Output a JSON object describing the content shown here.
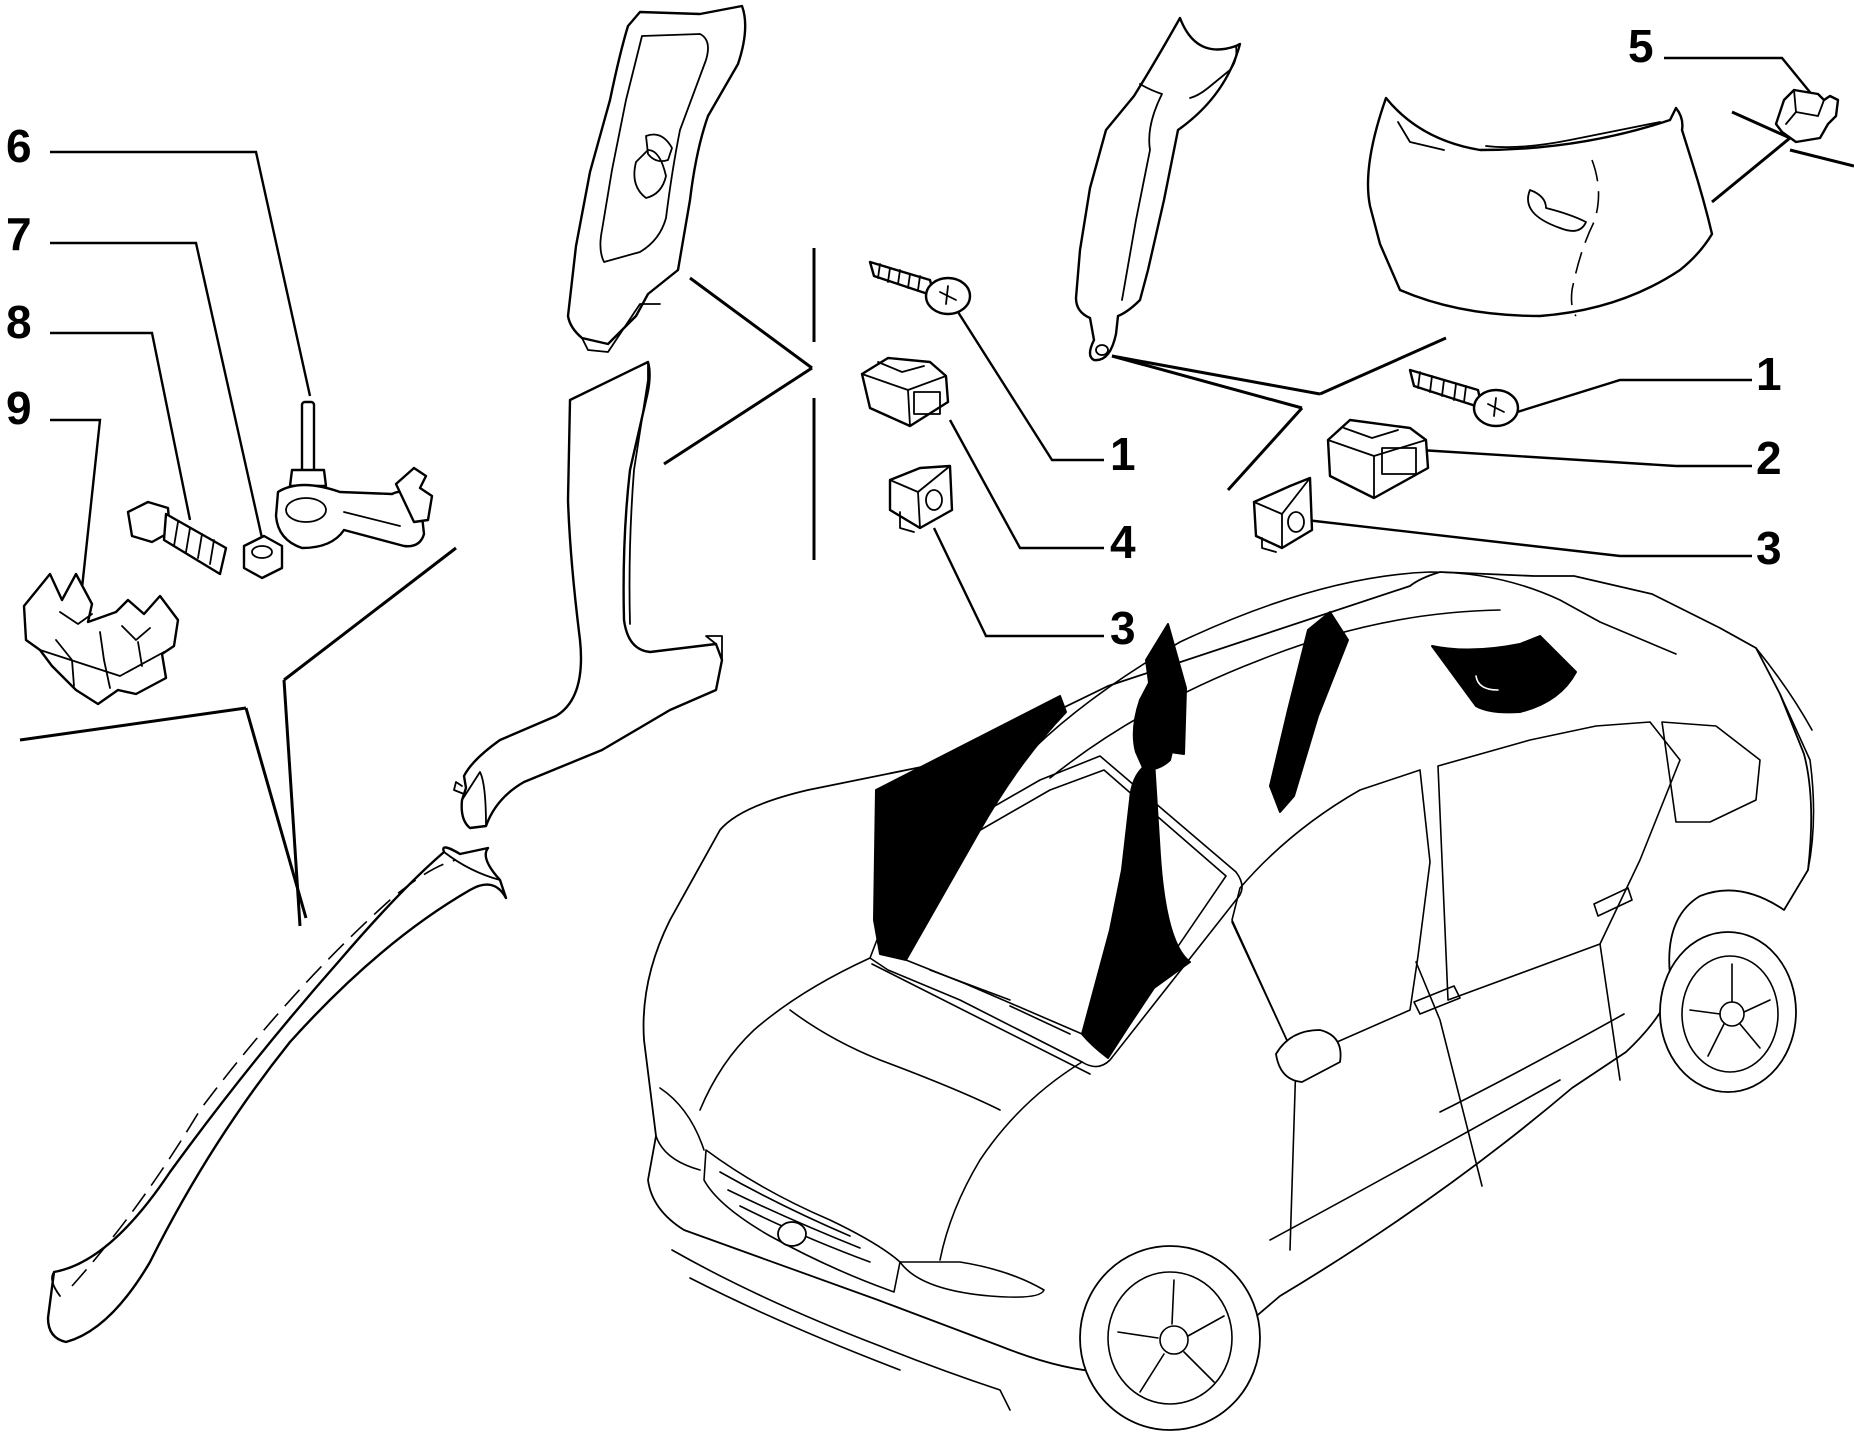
{
  "diagram": {
    "callouts": [
      {
        "id": "c1a",
        "label": "1"
      },
      {
        "id": "c1b",
        "label": "1"
      },
      {
        "id": "c2",
        "label": "2"
      },
      {
        "id": "c3a",
        "label": "3"
      },
      {
        "id": "c3b",
        "label": "3"
      },
      {
        "id": "c4",
        "label": "4"
      },
      {
        "id": "c5",
        "label": "5"
      },
      {
        "id": "c6",
        "label": "6"
      },
      {
        "id": "c7",
        "label": "7"
      },
      {
        "id": "c8",
        "label": "8"
      },
      {
        "id": "c9",
        "label": "9"
      }
    ]
  }
}
